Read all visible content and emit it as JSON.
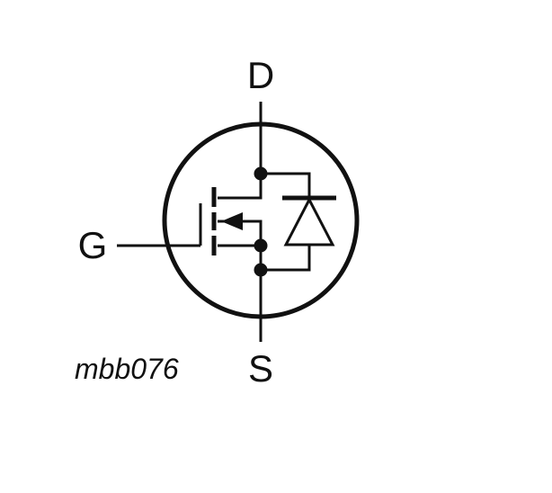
{
  "diagram": {
    "terminals": {
      "drain": "D",
      "gate": "G",
      "source": "S"
    },
    "reference_code": "mbb076",
    "colors": {
      "stroke": "#111111",
      "background": "#ffffff"
    },
    "components": [
      "n-channel-mosfet-symbol",
      "body-diode",
      "junction-dot"
    ]
  }
}
